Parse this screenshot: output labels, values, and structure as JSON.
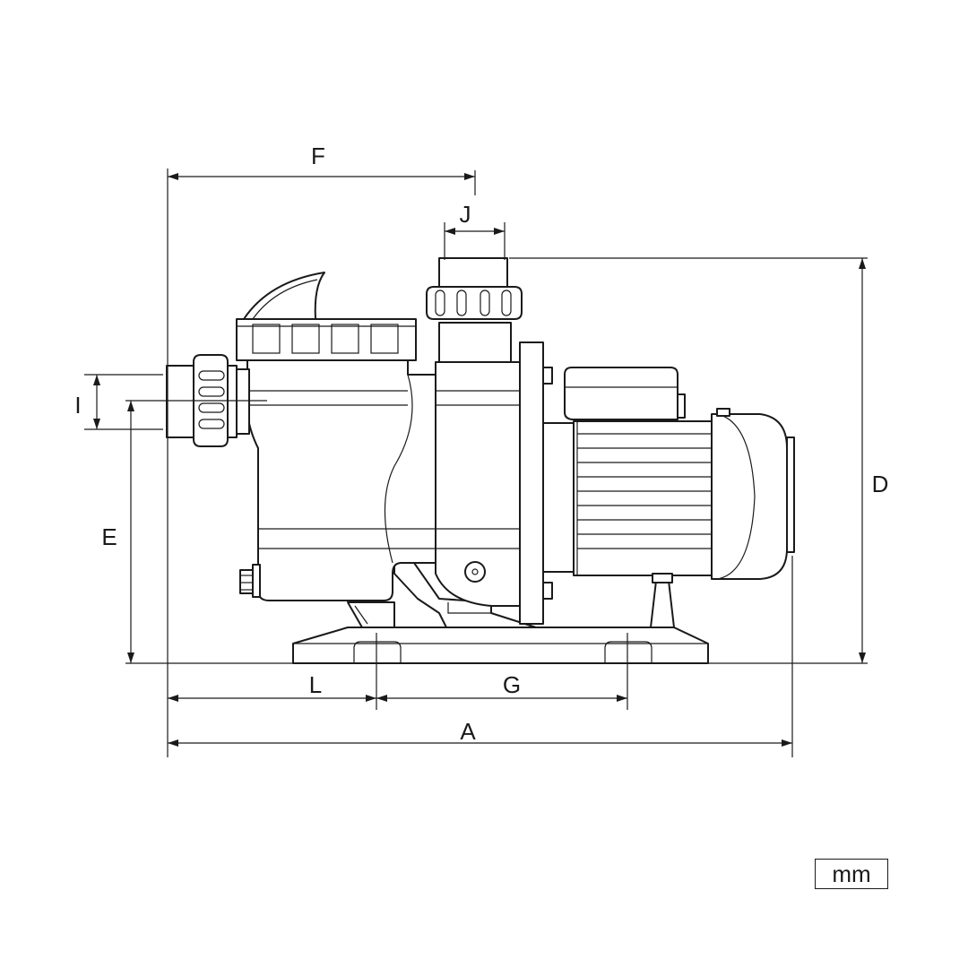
{
  "dimensions": {
    "F": "F",
    "J": "J",
    "I": "I",
    "E": "E",
    "D": "D",
    "L": "L",
    "G": "G",
    "A": "A"
  },
  "unit": "mm"
}
